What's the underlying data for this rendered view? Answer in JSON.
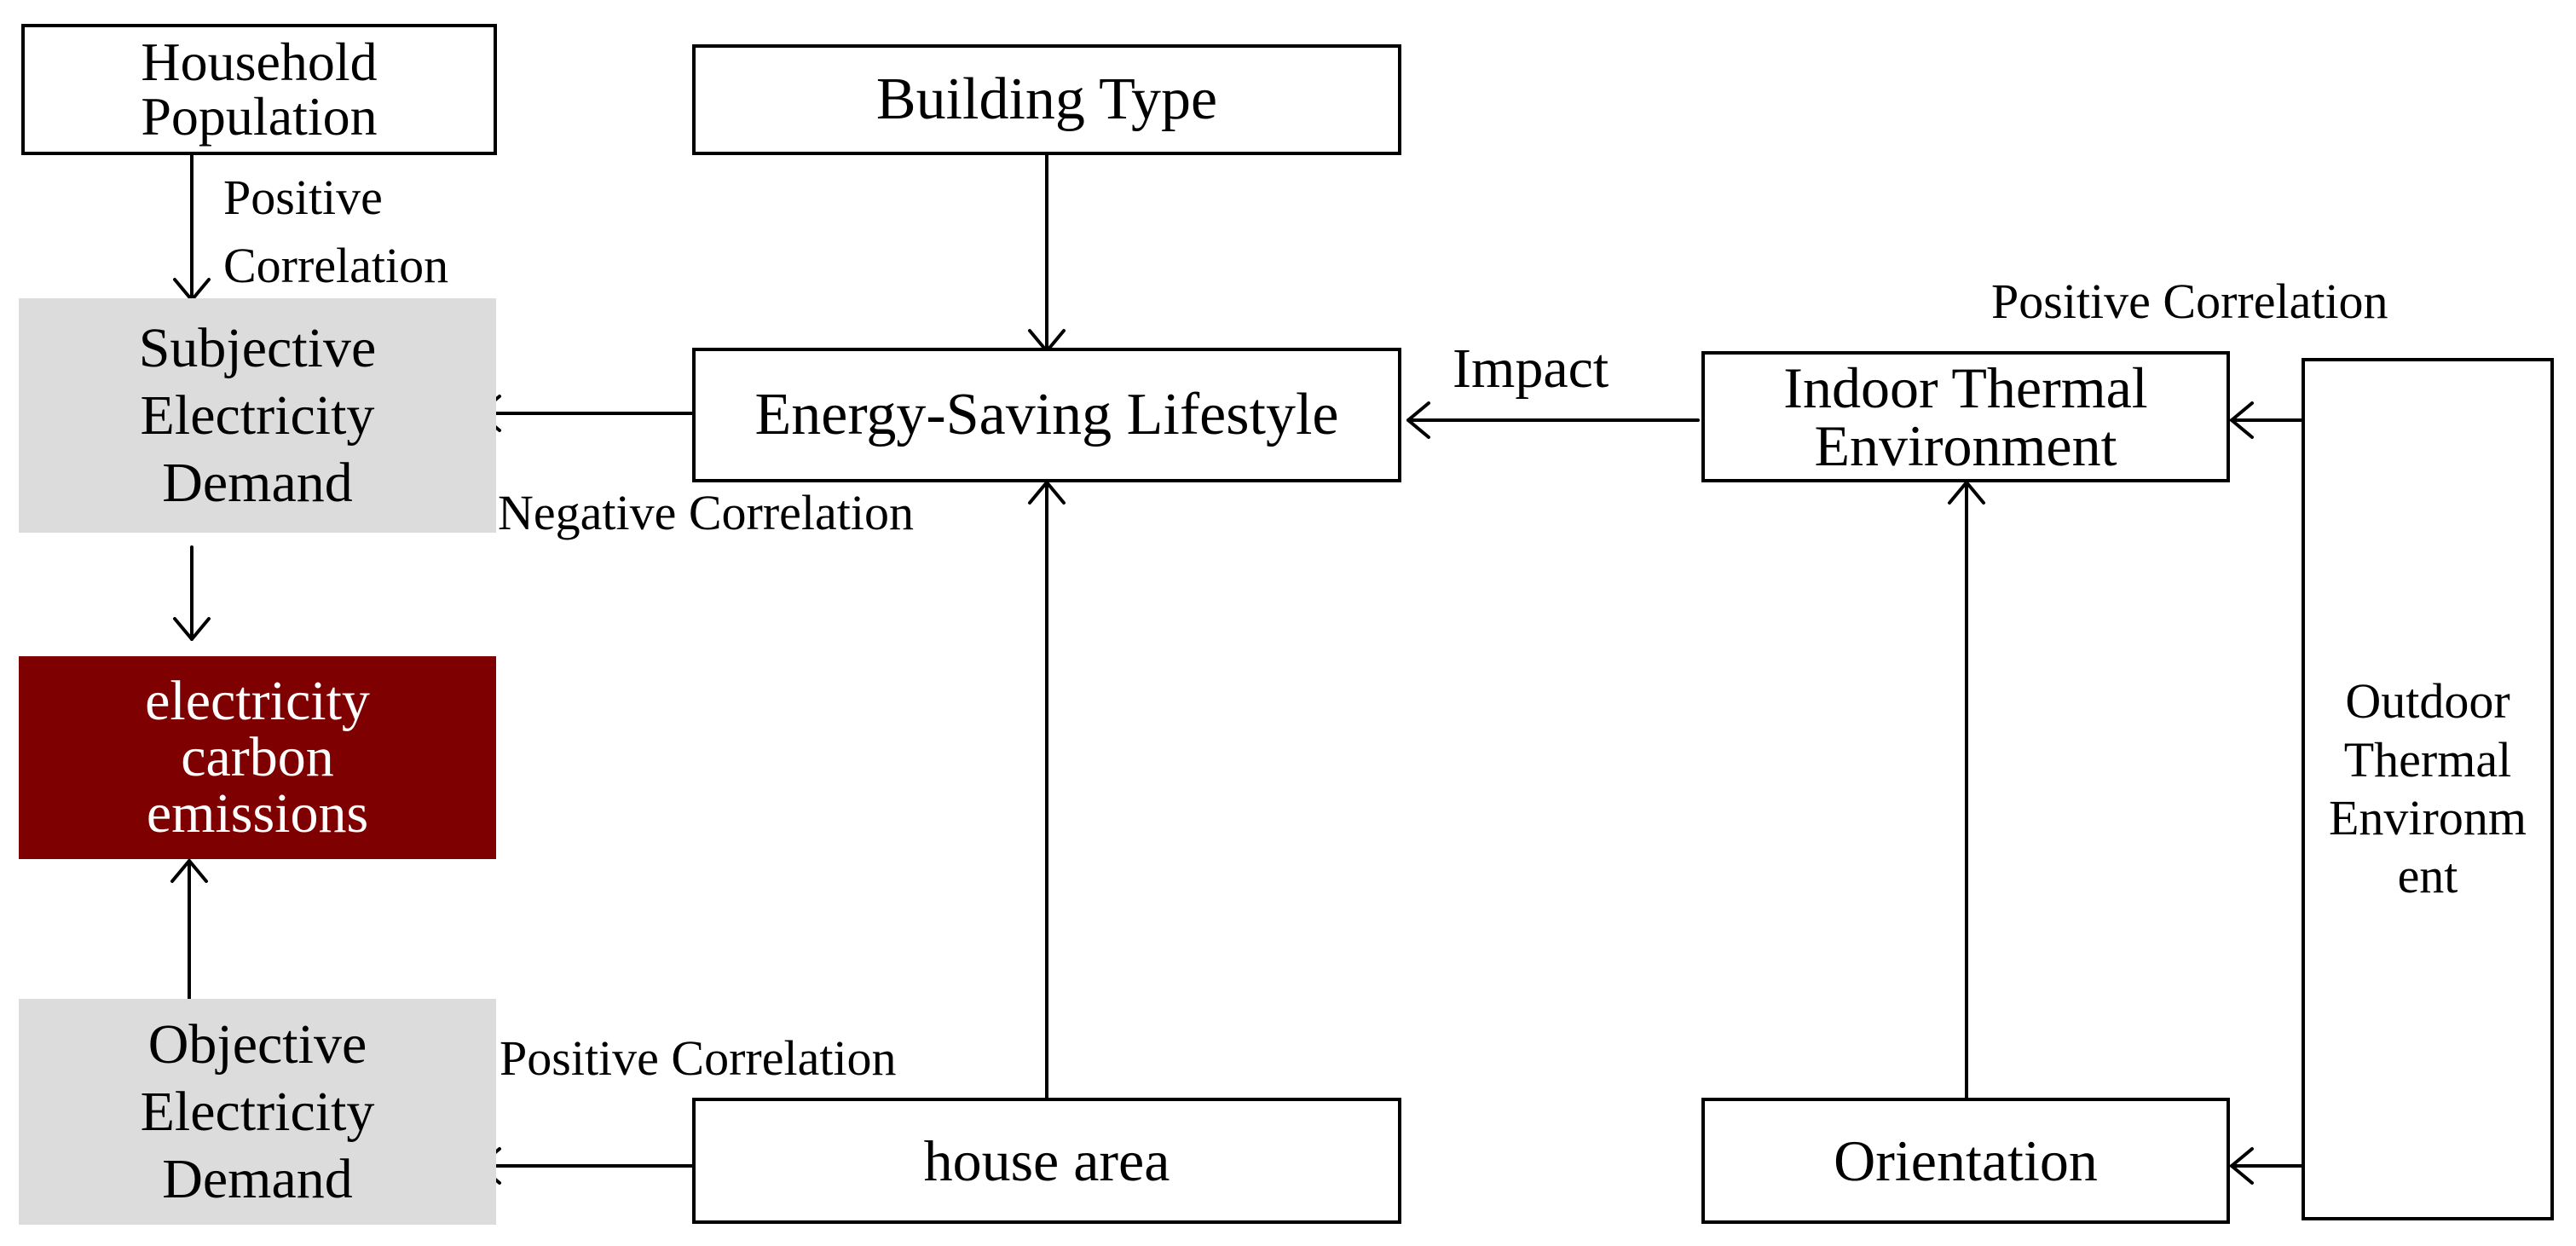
{
  "nodes": {
    "household_population": "Household\nPopulation",
    "building_type": "Building Type",
    "subjective_demand": "Subjective\nElectricity\nDemand",
    "energy_saving_lifestyle": "Energy-Saving Lifestyle",
    "indoor_thermal": "Indoor Thermal\nEnvironment",
    "carbon_emissions": "electricity\ncarbon\nemissions",
    "outdoor_thermal": "Outdoor\nThermal\nEnvironm\nent",
    "objective_demand": "Objective\nElectricity\nDemand",
    "house_area": "house area",
    "orientation": "Orientation"
  },
  "edge_labels": {
    "household_to_subjective": "Positive\nCorrelation",
    "lifestyle_to_subjective": "Negative Correlation",
    "indoor_to_lifestyle": "Impact",
    "outdoor_to_indoor": "Positive Correlation",
    "area_to_objective": "Positive Correlation"
  },
  "colors": {
    "grey_fill": "#dcdcdc",
    "emission_fill": "#7f0000",
    "emission_text": "#ffffff",
    "line": "#000000"
  }
}
